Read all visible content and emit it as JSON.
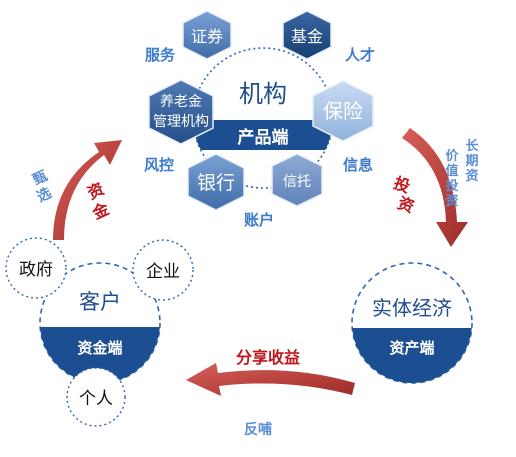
{
  "hub": {
    "title": "机构",
    "band_label": "产品端"
  },
  "hexagons": {
    "securities": "证券",
    "fund": "基金",
    "pension": [
      "养老金",
      "管理机构"
    ],
    "insurance": "保险",
    "bank": "银行",
    "trust": "信托"
  },
  "tags": {
    "service": "服务",
    "talent": "人才",
    "risk_control": "风控",
    "information": "信息",
    "account": "账户"
  },
  "client_circle": {
    "title": "客户",
    "band_label": "资金端"
  },
  "client_satellites": {
    "government": "政府",
    "enterprise": "企业",
    "individual": "个人"
  },
  "asset_circle": {
    "title": "实体经济",
    "band_label": "资产端"
  },
  "arrows": {
    "left": {
      "label": [
        "资",
        "金"
      ],
      "sub": [
        "甄",
        "选"
      ]
    },
    "right": {
      "label": [
        "投",
        "资"
      ],
      "sub": [
        "价值投资",
        "长期资"
      ]
    },
    "bottom": {
      "label": "分享收益",
      "sub": "反哺"
    }
  },
  "colors": {
    "navy": "#173f72",
    "mid_blue": "#4a77b0",
    "light_blue": "#6fa0d8",
    "arrow_red": "#b53d3a",
    "label_red": "#c0171d",
    "dash_blue": "#2f67b2"
  }
}
